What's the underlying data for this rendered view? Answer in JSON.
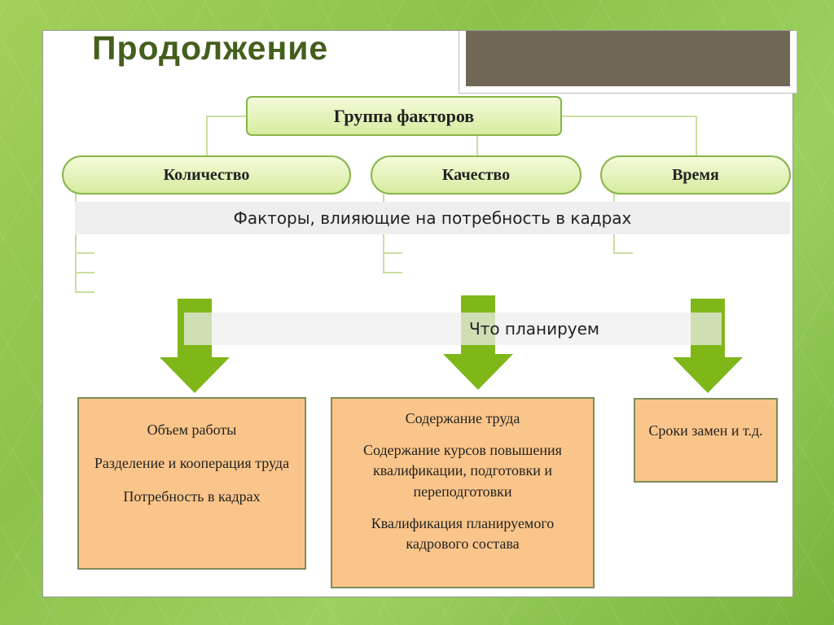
{
  "title": "Продолжение",
  "diagram": {
    "root": "Группа факторов",
    "categories": [
      {
        "label": "Количество"
      },
      {
        "label": "Качество"
      },
      {
        "label": "Время"
      }
    ],
    "factors_band": "Факторы, влияющие на потребность в кадрах",
    "plan_band": "Что планируем",
    "plan_items": [
      {
        "lines": [
          "Объем работы",
          "Разделение и кооперация труда",
          "Потребность в кадрах"
        ]
      },
      {
        "lines": [
          "Содержание труда",
          "Содержание курсов повышения квалификации, подготовки и переподготовки",
          "Квалификация планируемого кадрового состава"
        ]
      },
      {
        "lines": [
          "Сроки замен и т.д."
        ]
      }
    ]
  },
  "colors": {
    "background": "#8cc24a",
    "node_fill": "#e6f4c2",
    "node_border": "#88b44a",
    "arrow": "#7fb719",
    "box_fill": "#fac58a",
    "title": "#445f1c"
  }
}
